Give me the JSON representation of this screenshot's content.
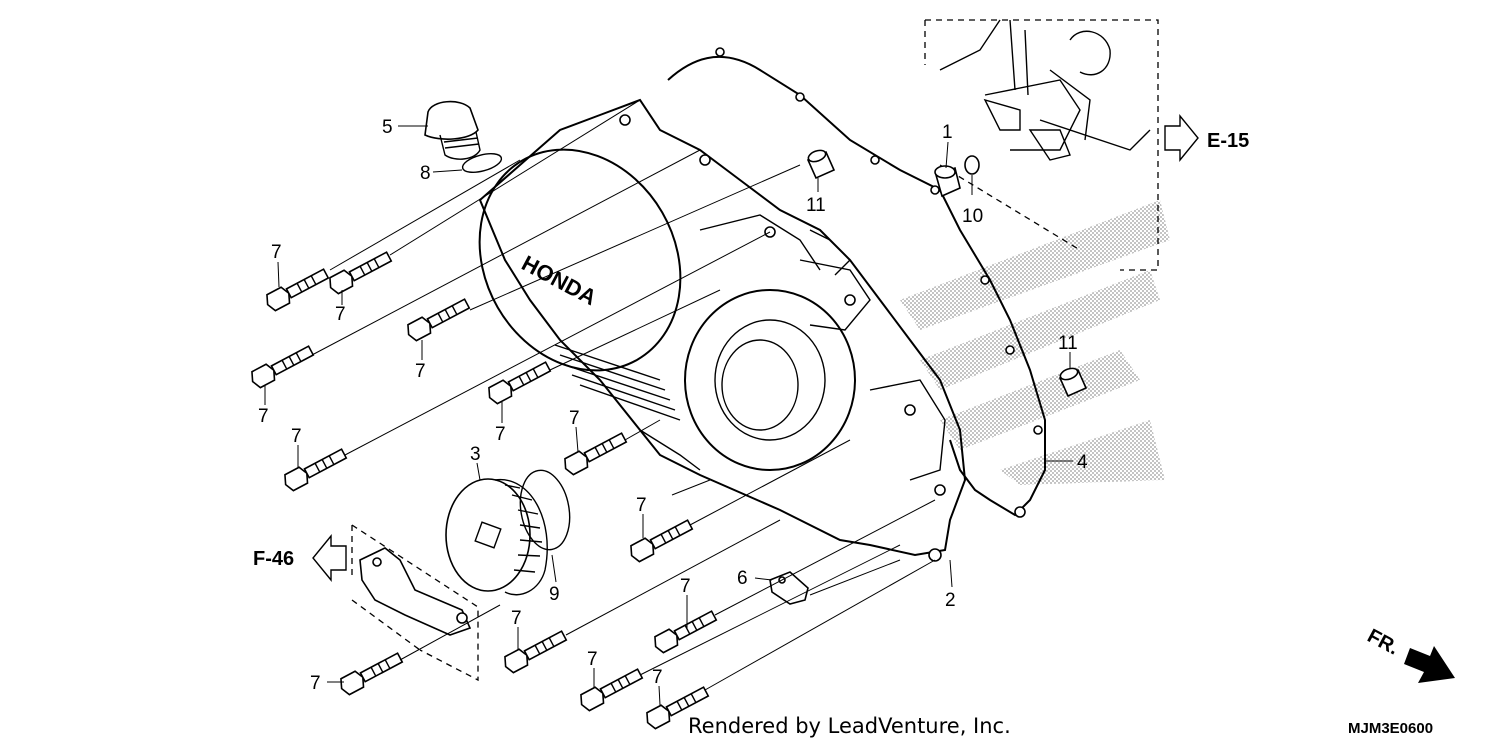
{
  "diagram": {
    "part_labels": [
      "1",
      "2",
      "3",
      "4",
      "5",
      "6",
      "7",
      "8",
      "9",
      "10",
      "11"
    ],
    "references": {
      "right": "E-15",
      "left": "F-46"
    },
    "front_marker": "FR.",
    "brand_text": "HONDA",
    "credit": "Rendered by LeadVenture, Inc.",
    "diagram_code": "MJM3E0600",
    "colors": {
      "line": "#000000",
      "background": "#ffffff",
      "shade": "#d9d9d9"
    }
  }
}
